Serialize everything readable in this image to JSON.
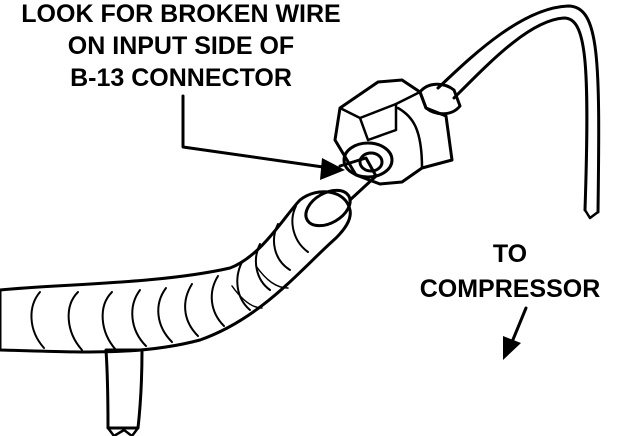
{
  "callout": {
    "line1": "LOOK FOR BROKEN WIRE",
    "line2": "ON INPUT SIDE OF",
    "line3": "B-13 CONNECTOR"
  },
  "direction": {
    "line1": "TO",
    "line2": "COMPRESSOR"
  },
  "colors": {
    "ink": "#000000",
    "paper": "#ffffff"
  }
}
